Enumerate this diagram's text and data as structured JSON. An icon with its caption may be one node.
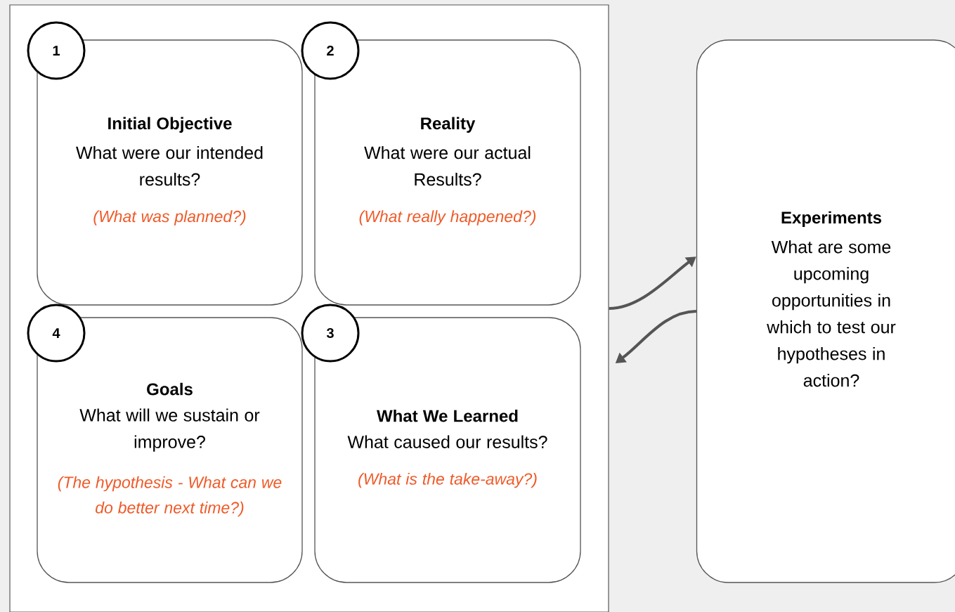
{
  "diagram": {
    "nodes": [
      {
        "text": [],
        "shape": "box"
      },
      {
        "text": [
          "1"
        ],
        "in": 0
      },
      {
        "text": [
          "Initial Objective",
          "What were our intended results?",
          "(What was planned?)"
        ],
        "in": 0
      },
      {
        "text": [
          "2"
        ],
        "in": 0
      },
      {
        "text": [
          "Reality",
          "What were our actual Results?",
          "(What really happened?)"
        ],
        "in": 0
      },
      {
        "text": [
          "4"
        ],
        "in": 0
      },
      {
        "text": [
          "Goals",
          "What will we sustain or improve?",
          "(The hypothesis - What can we do better next time?)"
        ],
        "in": 0
      },
      {
        "text": [
          "3"
        ],
        "in": 0
      },
      {
        "text": [
          "What We Learned",
          "What caused our results?",
          "(What is the take-away?)"
        ],
        "in": 0
      },
      {
        "text": [
          "Experiments",
          "What are some upcoming opportunities in which to test our hypotheses in action?"
        ]
      }
    ],
    "edges": [
      {
        "from": 0,
        "to": 9,
        "arrow": "to"
      },
      {
        "from": 9,
        "to": 0,
        "arrow": "to"
      }
    ]
  }
}
